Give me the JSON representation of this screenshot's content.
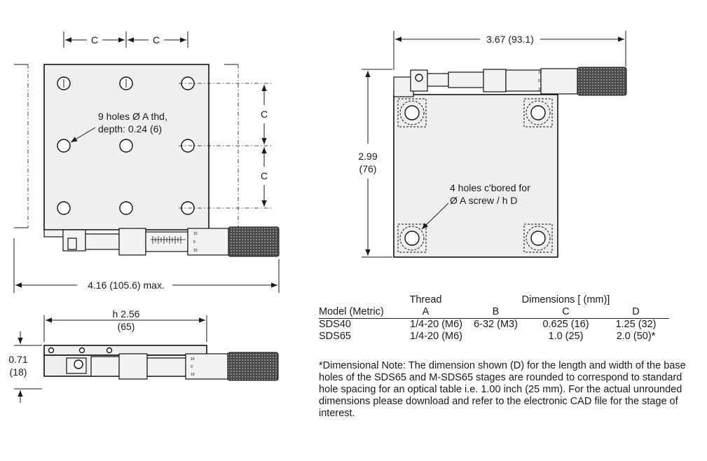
{
  "dimensions": {
    "hole_spacing_c": "C",
    "front_width": "3.67 (93.1)",
    "front_height_in": "2.99",
    "front_height_mm": "(76)",
    "top_length": "4.16 (105.6) max.",
    "side_length_in": "h 2.56",
    "side_length_mm": "(65)",
    "side_height_in": "0.71",
    "side_height_mm": "(18)"
  },
  "callouts": {
    "holes_top_line1": "9 holes Ø A thd,",
    "holes_top_line2": "depth: 0.24 (6)",
    "holes_front_line1": "4 holes c'bored for",
    "holes_front_line2": "Ø A screw / h D"
  },
  "micrometer_scale": [
    "10",
    "0",
    "10"
  ],
  "table": {
    "group_headers": {
      "thread": "Thread",
      "dimensions": "Dimensions [ (mm)]"
    },
    "columns": [
      "Model (Metric)",
      "A",
      "B",
      "C",
      "D"
    ],
    "rows": [
      [
        "SDS40",
        "1/4-20 (M6)",
        "6-32 (M3)",
        "0.625 (16)",
        "1.25 (32)"
      ],
      [
        "SDS65",
        "1/4-20 (M6)",
        "",
        "1.0 (25)",
        "2.0 (50)*"
      ]
    ]
  },
  "note": "*Dimensional Note: The dimension shown (D) for the length and width of the base holes of the SDS65 and M-SDS65 stages are rounded to correspond to standard hole spacing for an optical table i.e. 1.00 inch (25 mm). For the actual unrounded dimensions please download and refer to the electronic CAD file for the stage of interest."
}
